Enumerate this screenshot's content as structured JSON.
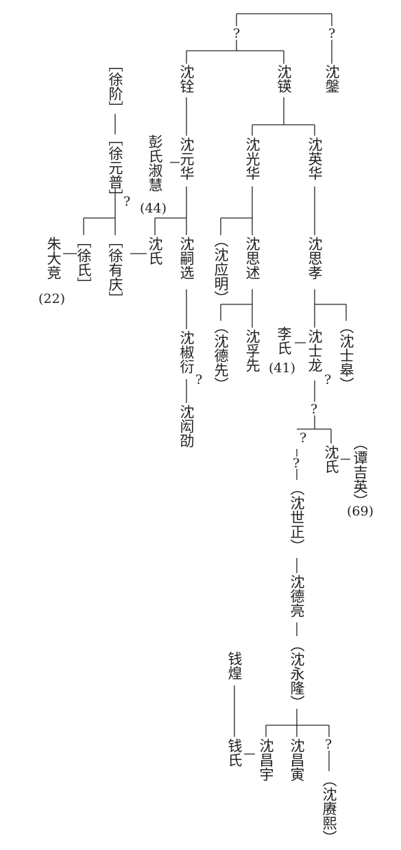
{
  "persons": {
    "q_top": "?",
    "q_top_right": "?",
    "shen_pan": "沈鎜",
    "shen_quan": "沈铨",
    "shen_zhong": "沈锳",
    "xu_jie": "［徐阶］",
    "xu_yuanpu": "［徐元普］",
    "q_xu": "?",
    "peng_shuhui": "彭氏淑慧",
    "peng_age": "(44)",
    "shen_yuanhua": "沈元华",
    "shen_guanghua": "沈光华",
    "shen_yinghua": "沈英华",
    "xu_shi": "［徐氏］",
    "xu_youqing": "［徐有庆］",
    "zhu_dajing": "朱大竞",
    "zhu_age": "(22)",
    "shen_shi_a": "沈氏",
    "shen_sixuan": "沈嗣选",
    "shen_yingming": "（沈应明）",
    "shen_sishu": "沈思述",
    "shen_sixiao": "沈思孝",
    "shen_shuyan": "沈椒衍",
    "q_shuyan": "?",
    "shen_wenshao": "沈闳劭",
    "shen_dexian": "（沈德先）",
    "shen_fuxian": "沈孚先",
    "li_shi": "李氏",
    "li_age": "(41)",
    "shen_shilong": "沈士龙",
    "q_shilong": "?",
    "shen_shigao": "（沈士皋）",
    "q_mid": "?",
    "q_left1": "?",
    "q_left2": "?",
    "shen_shi_b": "沈氏",
    "tan_jiying": "（谭吉英）",
    "tan_age": "(69)",
    "shen_shizheng": "（沈世正）",
    "shen_deliang": "沈德亮",
    "shen_yonglong": "（沈永隆）",
    "qian_huang": "钱煌",
    "qian_shi": "钱氏",
    "shen_changyu": "沈昌宇",
    "shen_changyin": "沈昌寅",
    "q_bottom": "?",
    "shen_gengxi": "（沈赓熙）"
  }
}
